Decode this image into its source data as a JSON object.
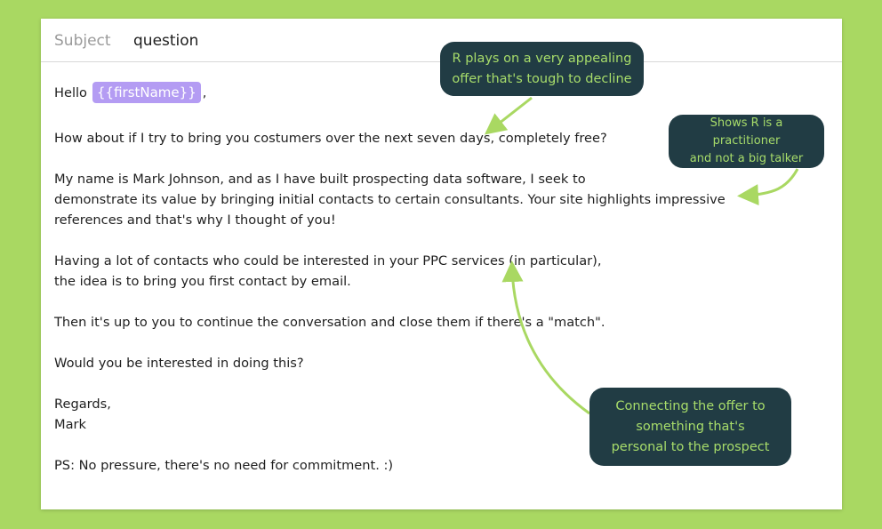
{
  "email": {
    "subject_label": "Subject",
    "subject_value": "question",
    "greeting": "Hello",
    "variable_chip": "{{firstName}}",
    "greeting_punct": ",",
    "lines": [
      "How about if I try to bring you costumers over the next seven days, completely free?",
      "My name is Mark Johnson, and as I have built prospecting data software, I seek to",
      "demonstrate its value by bringing initial contacts to certain consultants. Your site highlights impressive",
      "references and that's why I thought of you!",
      "Having a lot of contacts who could be interested in your PPC services (in particular),",
      "the idea is to bring you first contact by email.",
      "Then it's up to you to continue the conversation and close them if there's a \"match\".",
      "Would you be interested in doing this?",
      "Regards,",
      "Mark",
      "PS: No pressure, there's no need for commitment. :)"
    ]
  },
  "annotations": {
    "bubble1": "R plays on a very appealing\noffer that's tough to decline",
    "bubble2": "Shows R is a practitioner\nand not a big talker",
    "bubble3": "Connecting the offer to\nsomething that's\npersonal to the prospect"
  },
  "colors": {
    "background": "#a9d862",
    "bubble_bg": "#213c44",
    "bubble_text": "#a7dc6a",
    "chip_bg": "#b49cf3",
    "arrow": "#a9d862"
  }
}
